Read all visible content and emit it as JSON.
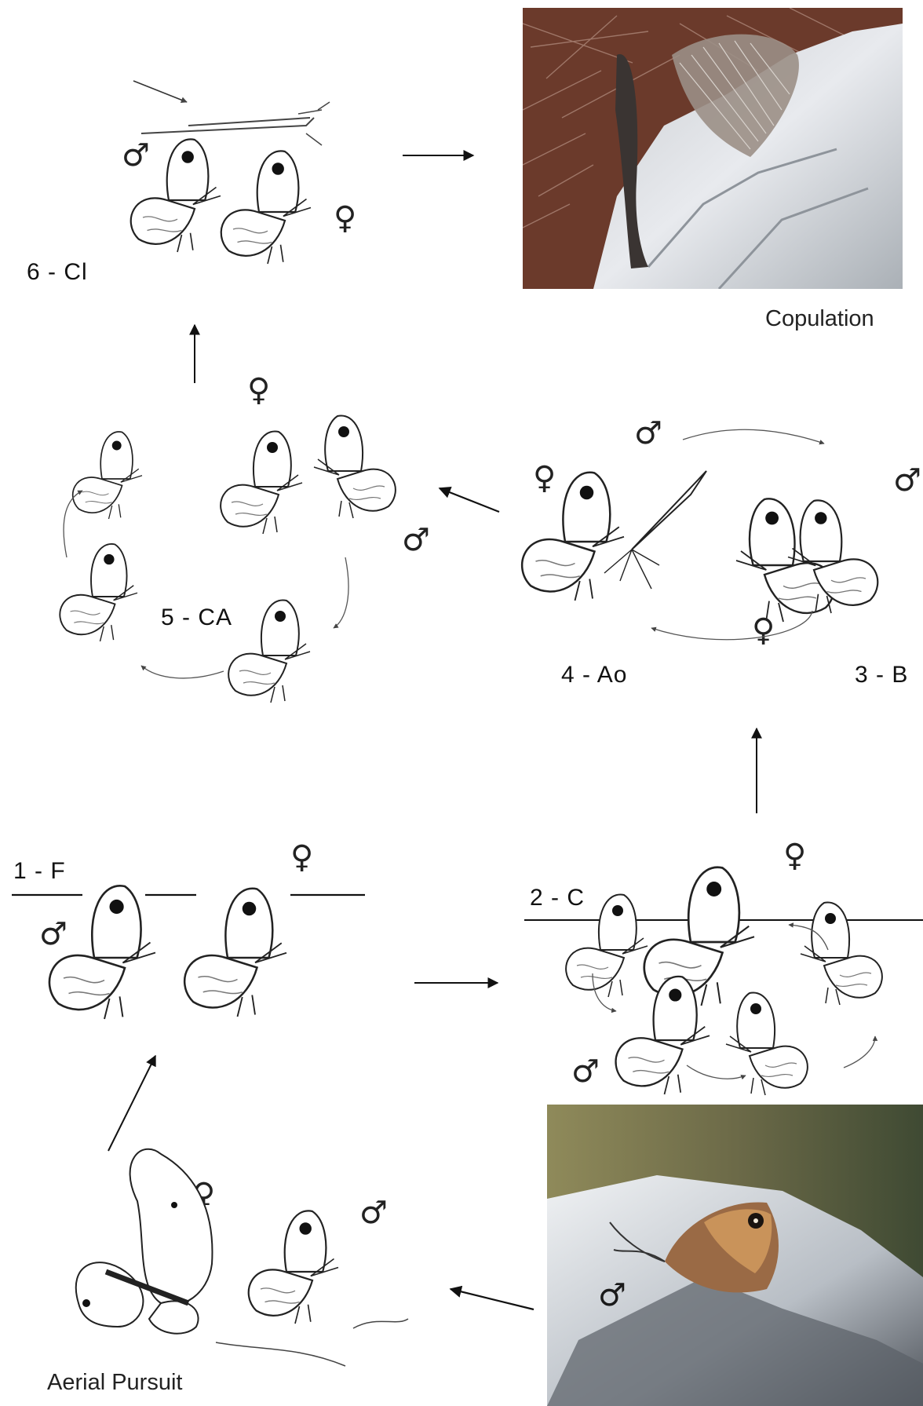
{
  "stages": {
    "s1": "1 - F",
    "s2": "2 - C",
    "s3": "3 - B",
    "s4": "4 - Ao",
    "s5": "5 - CA",
    "s6": "6 - Cl"
  },
  "captions": {
    "copulation": "Copulation",
    "aerial_pursuit": "Aerial Pursuit"
  },
  "symbols": {
    "male": "♂",
    "female": "♀"
  },
  "colors": {
    "line": "#222222",
    "wing_fill": "#ffffff",
    "rock_light": "#dfe3e8",
    "rock_dark": "#5d6168",
    "soil": "#7a3e2c",
    "butterfly_orange": "#c98a4a",
    "butterfly_brown": "#7b5134"
  }
}
